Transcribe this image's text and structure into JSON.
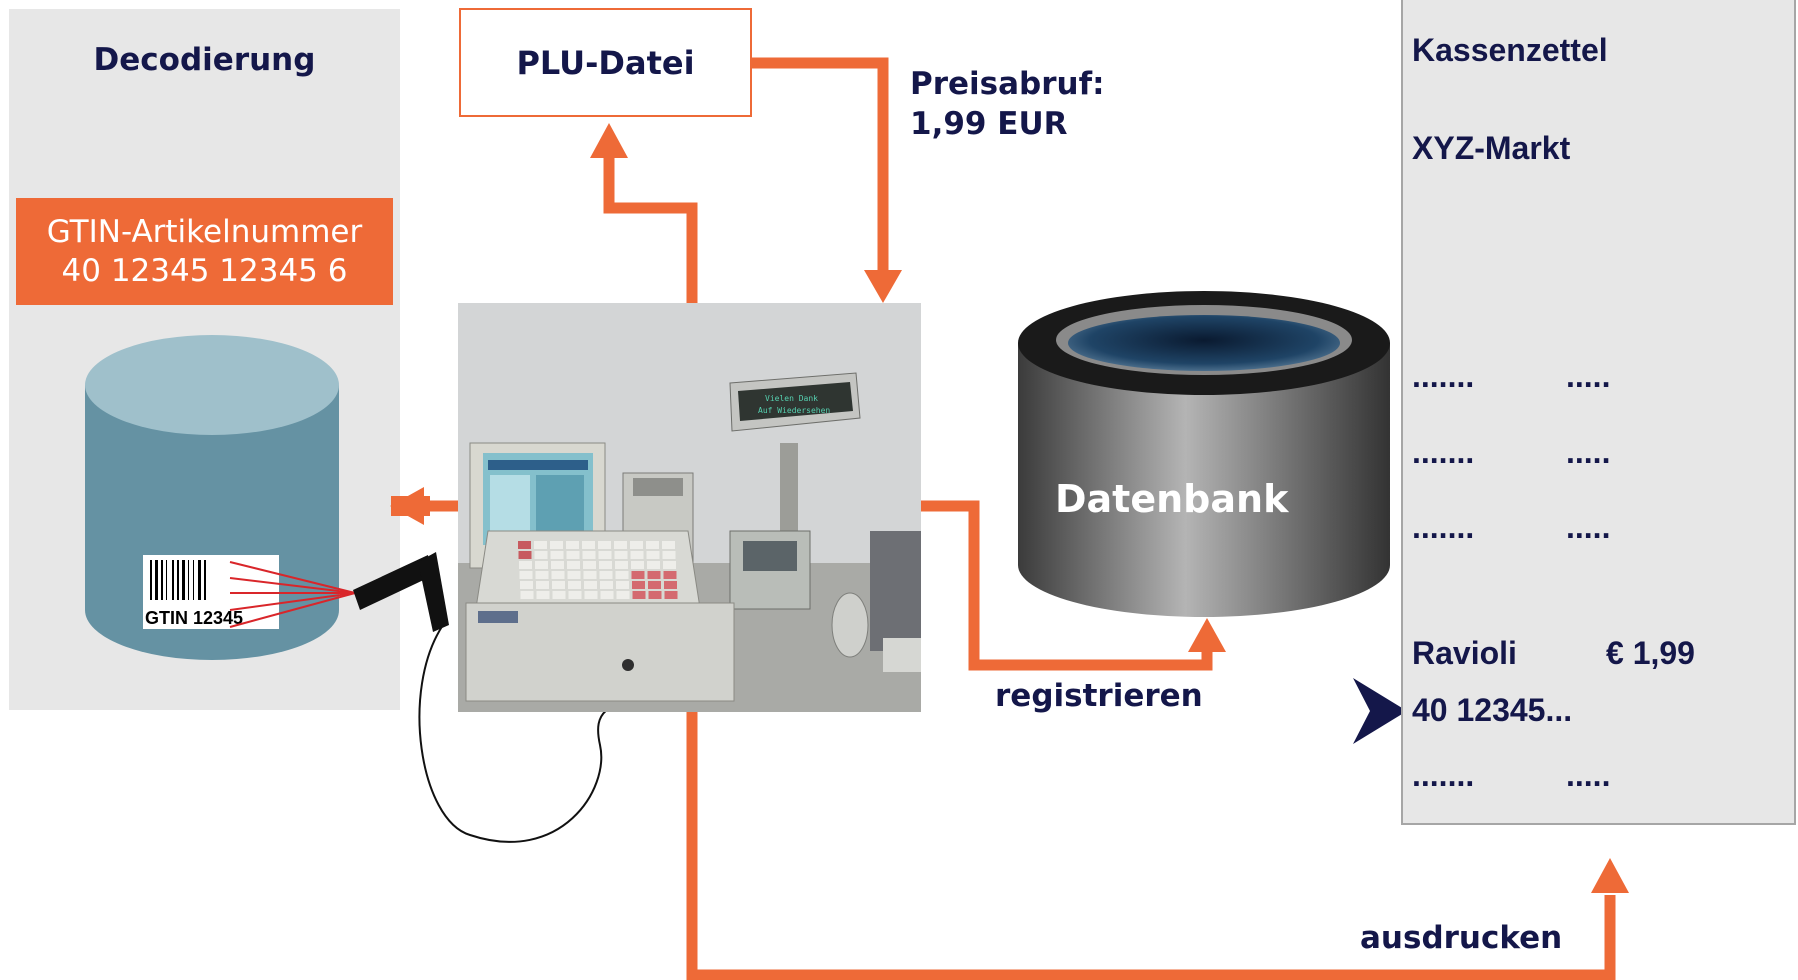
{
  "decode": {
    "title": "Decodierung",
    "gtin_line1": "GTIN-Artikelnummer",
    "gtin_line2": "40 12345 12345 6",
    "barcode_label": "GTIN 12345"
  },
  "plu": {
    "label": "PLU-Datei"
  },
  "price": {
    "line1": "Preisabruf:",
    "line2": "1,99 EUR"
  },
  "database": {
    "label": "Datenbank"
  },
  "register": {
    "label": "registrieren"
  },
  "print": {
    "label": "ausdrucken"
  },
  "pos_display_text": {
    "line1": "Vielen Dank",
    "line2": "Auf Wiedersehen"
  },
  "receipt": {
    "title": "Kassenzettel",
    "store": "XYZ-Markt",
    "rows": [
      {
        "name": ".......",
        "price": "....."
      },
      {
        "name": ".......",
        "price": "....."
      },
      {
        "name": ".......",
        "price": "....."
      },
      {
        "name": "Ravioli",
        "price": "€ 1,99"
      },
      {
        "name": "40 12345...",
        "price": ""
      },
      {
        "name": ".......",
        "price": "....."
      }
    ]
  },
  "colors": {
    "accent": "#ee6a37",
    "navy": "#14174a",
    "panel": "#e7e7e7",
    "cylinder_teal": "#6592a3",
    "cylinder_top": "#9fc0cb"
  }
}
